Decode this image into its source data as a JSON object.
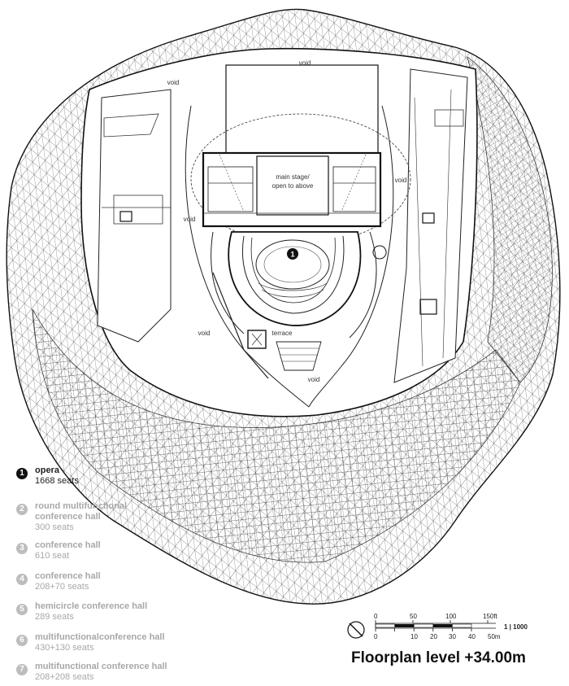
{
  "plan": {
    "labels": {
      "void_top": "void",
      "void_upper_left": "void",
      "void_left": "void",
      "void_right": "void",
      "void_lower_left": "void",
      "void_bottom": "void",
      "main_stage_line1": "main stage/",
      "main_stage_line2": "open to above",
      "terrace": "terrace",
      "marker": "1"
    }
  },
  "legend": [
    {
      "num": "1",
      "title": "opera",
      "line2": "",
      "seats": "1668 seats",
      "active": true
    },
    {
      "num": "2",
      "title": "round multifunctional",
      "line2": "conference hall",
      "seats": "300 seats",
      "active": false
    },
    {
      "num": "3",
      "title": "conference hall",
      "line2": "",
      "seats": "610 seat",
      "active": false
    },
    {
      "num": "4",
      "title": "conference hall",
      "line2": "",
      "seats": "208+70 seats",
      "active": false
    },
    {
      "num": "5",
      "title": "hemicircle conference hall",
      "line2": "",
      "seats": "289 seats",
      "active": false
    },
    {
      "num": "6",
      "title": "multifunctionalconference hall",
      "line2": "",
      "seats": "430+130 seats",
      "active": false
    },
    {
      "num": "7",
      "title": "multifunctional conference hall",
      "line2": "",
      "seats": "208+208 seats",
      "active": false
    }
  ],
  "scale": {
    "ft_ticks": [
      "0",
      "50",
      "100",
      "150ft"
    ],
    "m_ticks": [
      "0",
      "10",
      "20",
      "30",
      "40",
      "50m"
    ],
    "ratio": "1 | 1000"
  },
  "title": "Floorplan level +34.00m"
}
